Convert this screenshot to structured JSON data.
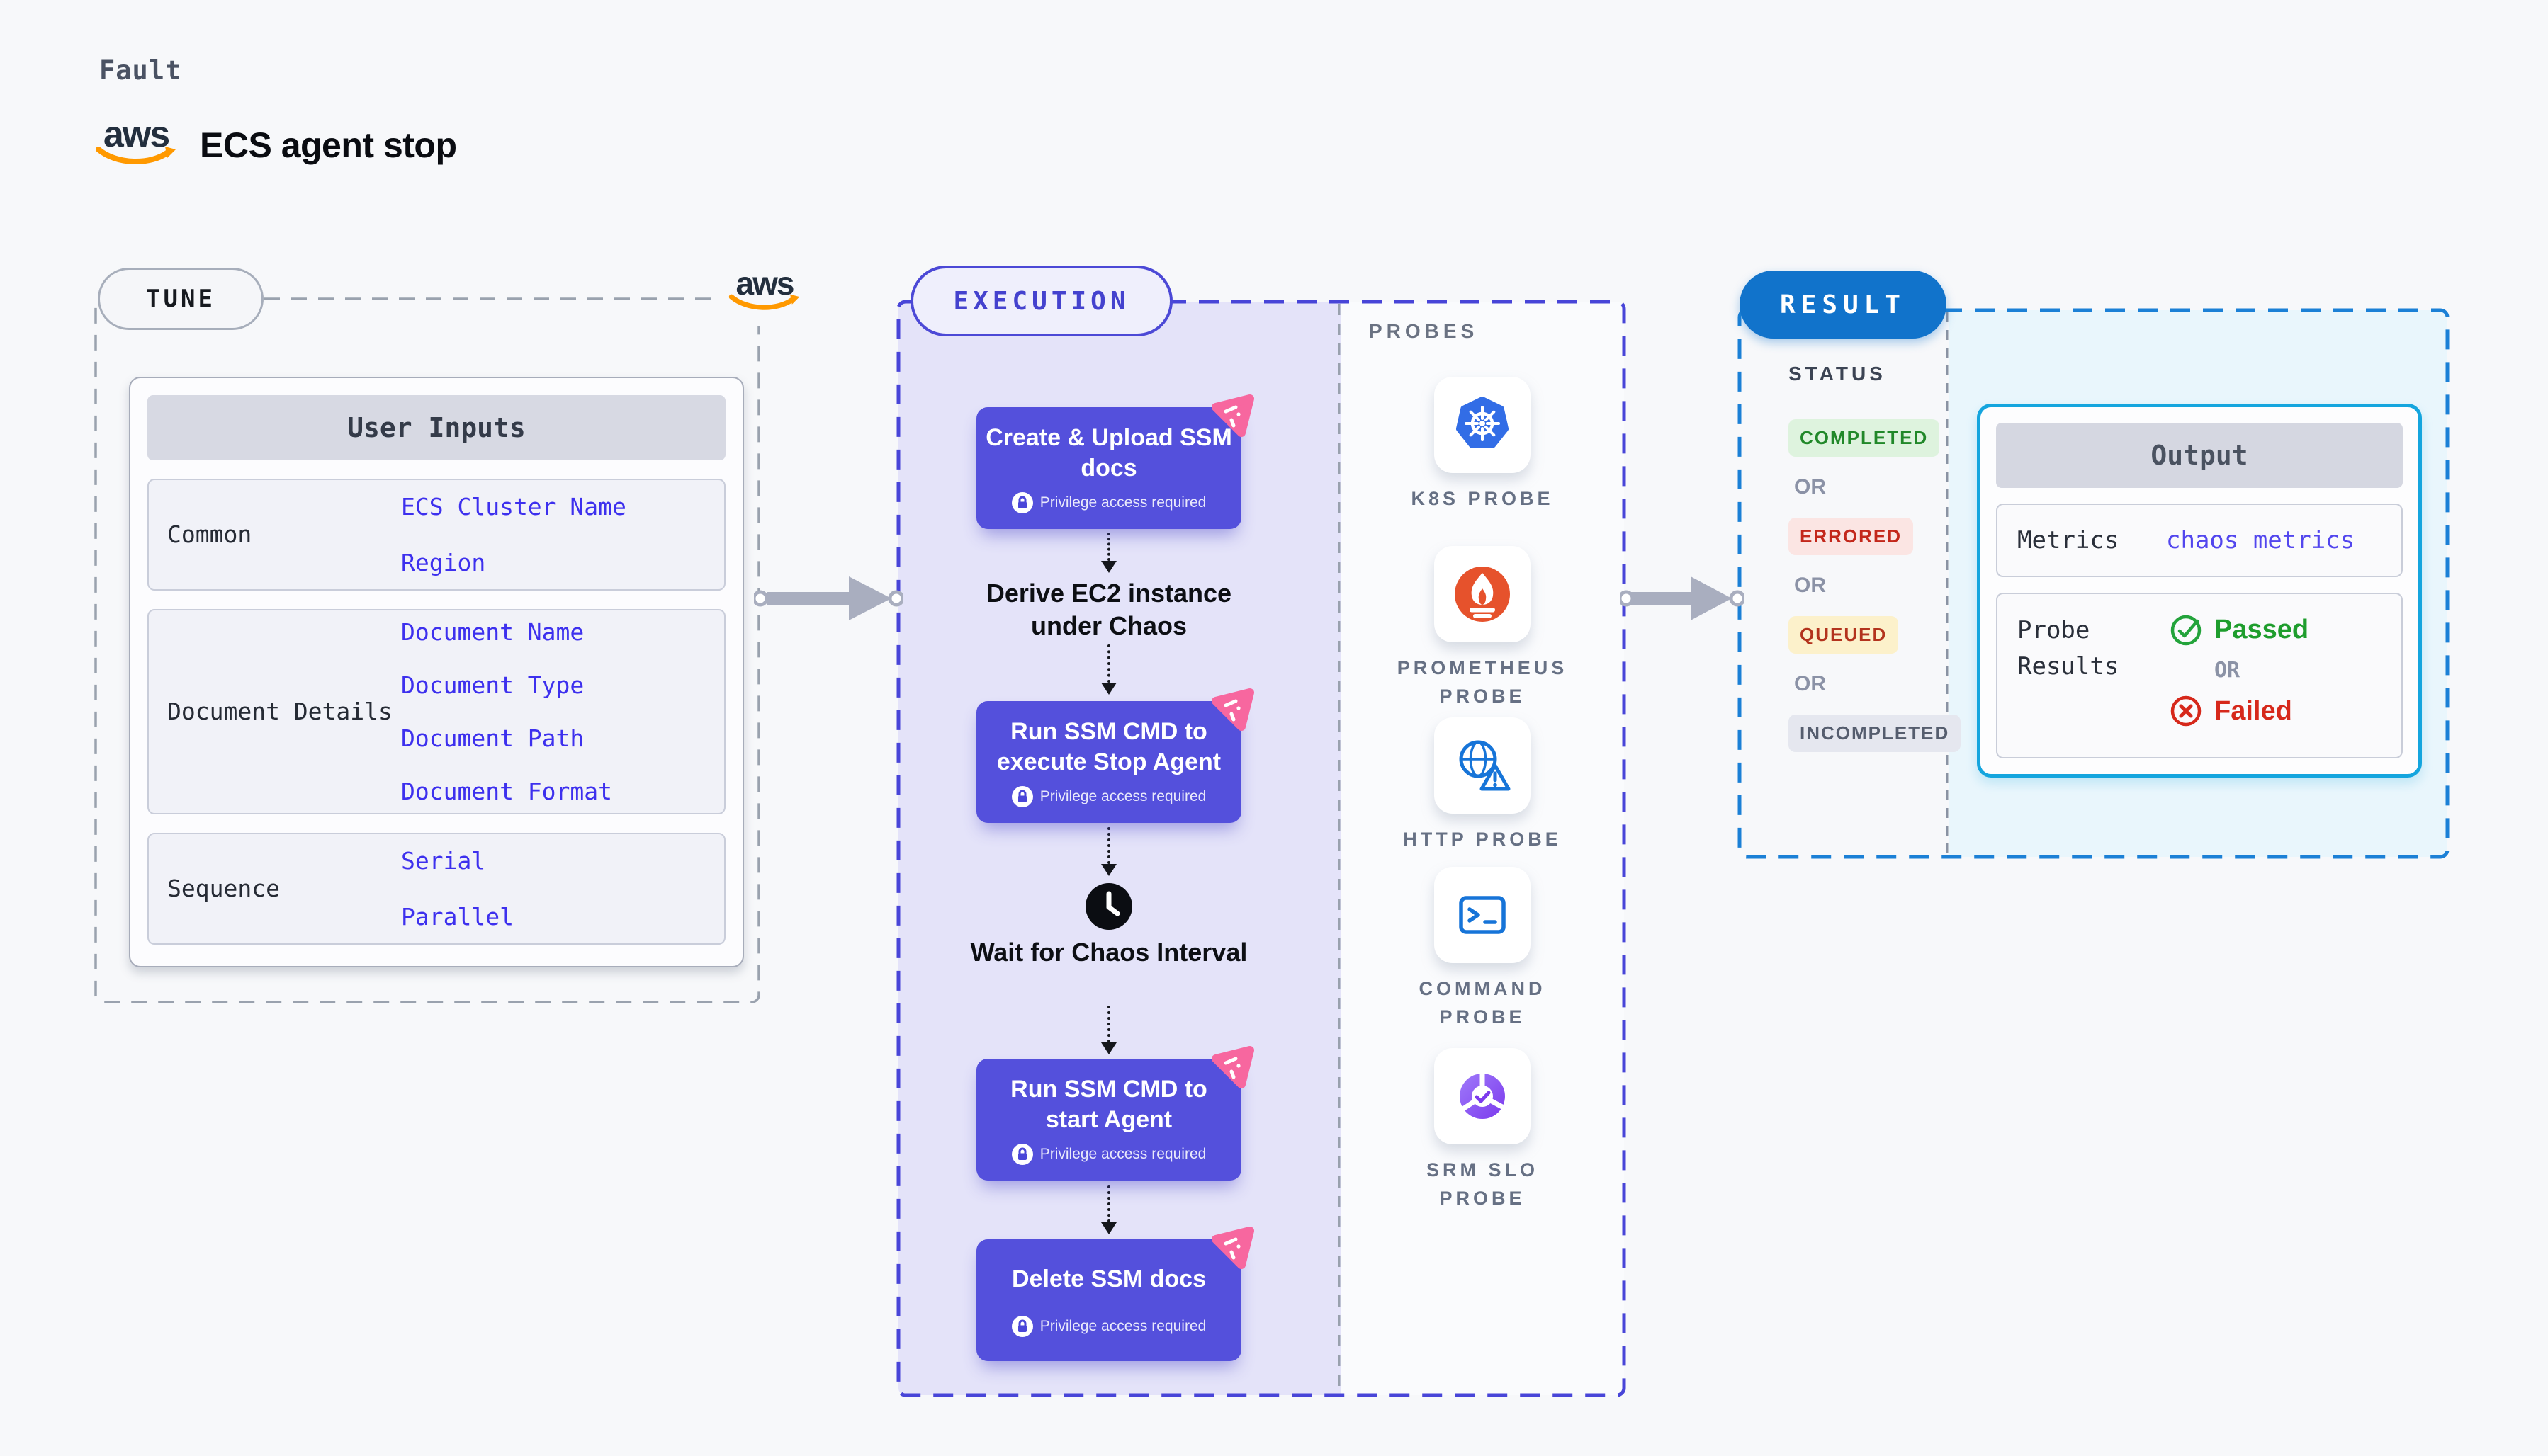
{
  "header": {
    "eyebrow": "Fault",
    "brand": "aws",
    "title": "ECS agent stop"
  },
  "tune": {
    "pill": "TUNE",
    "brand": "aws",
    "user_inputs": {
      "header": "User Inputs",
      "rows": [
        {
          "label": "Common",
          "values": [
            "ECS Cluster Name",
            "Region"
          ]
        },
        {
          "label": "Document Details",
          "values": [
            "Document Name",
            "Document Type",
            "Document Path",
            "Document Format"
          ]
        },
        {
          "label": "Sequence",
          "values": [
            "Serial",
            "Parallel"
          ]
        }
      ]
    }
  },
  "execution": {
    "pill": "EXECUTION",
    "steps": [
      {
        "type": "action",
        "title": "Create & Upload SSM docs",
        "badge": "Privilege access required"
      },
      {
        "type": "text",
        "title": "Derive EC2 instance under Chaos"
      },
      {
        "type": "action",
        "title": "Run SSM CMD to execute Stop Agent",
        "badge": "Privilege access required"
      },
      {
        "type": "wait",
        "title": "Wait for Chaos Interval"
      },
      {
        "type": "action",
        "title": "Run SSM CMD to start Agent",
        "badge": "Privilege access required"
      },
      {
        "type": "action",
        "title": "Delete SSM docs",
        "badge": "Privilege access required"
      }
    ],
    "probes": {
      "label": "PROBES",
      "items": [
        {
          "icon": "kubernetes-icon",
          "label": "K8S PROBE"
        },
        {
          "icon": "prometheus-icon",
          "label": "PROMETHEUS PROBE"
        },
        {
          "icon": "http-globe-alert-icon",
          "label": "HTTP PROBE"
        },
        {
          "icon": "command-terminal-icon",
          "label": "COMMAND PROBE"
        },
        {
          "icon": "srm-slo-icon",
          "label": "SRM SLO PROBE"
        }
      ]
    }
  },
  "result": {
    "pill": "RESULT",
    "status": {
      "label": "STATUS",
      "or": "OR",
      "badges": [
        {
          "text": "COMPLETED",
          "type": "completed"
        },
        {
          "text": "ERRORED",
          "type": "errored"
        },
        {
          "text": "QUEUED",
          "type": "queued"
        },
        {
          "text": "INCOMPLETED",
          "type": "incompleted"
        }
      ]
    },
    "output": {
      "header": "Output",
      "metrics_label": "Metrics",
      "metrics_link": "chaos metrics",
      "probe_results_label": "Probe Results",
      "passed": "Passed",
      "or": "OR",
      "failed": "Failed"
    }
  },
  "colors": {
    "accent_indigo": "#5450DC",
    "execution_border": "#4845D8",
    "lavender": "#E4E3F9",
    "ribbon_pink": "#F7679F",
    "result_blue": "#1173CB",
    "result_border": "#1B80D6",
    "output_cyan_border": "#14A5DE",
    "output_bg": "#E9F6FC",
    "link_blue": "#3D30EE",
    "green": "#1E9D2D",
    "red": "#D6281B",
    "queued_bg": "#FCF1CB",
    "gray_arrow": "#A9AEBF",
    "aws_orange": "#FF9900",
    "aws_navy": "#232F3E"
  }
}
